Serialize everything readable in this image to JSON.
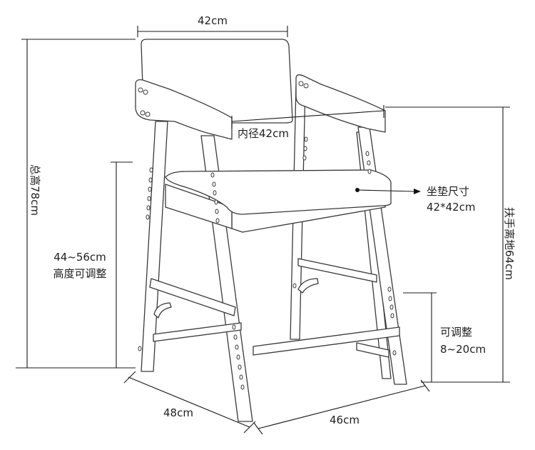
{
  "dimensions": {
    "back_width": "42cm",
    "inner_width": "内径42cm",
    "total_height": "总高78cm",
    "seat_height_range": "44~56cm",
    "seat_height_caption": "高度可调整",
    "seat_cushion_title": "坐垫尺寸",
    "seat_cushion_size": "42*42cm",
    "armrest_height": "扶手离地64cm",
    "footrest_caption": "可调整",
    "footrest_range": "8~20cm",
    "depth": "48cm",
    "width": "46cm"
  },
  "icons": {
    "pointer": "arrow-right-icon"
  }
}
